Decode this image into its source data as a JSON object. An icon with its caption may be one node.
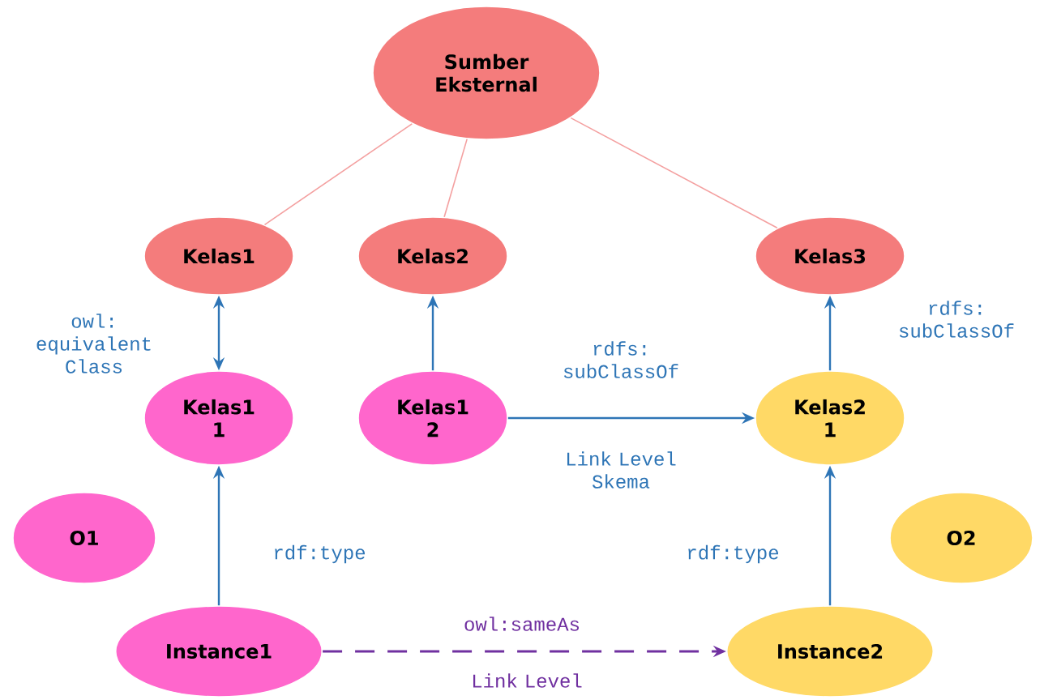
{
  "diagram": {
    "nodes": [
      {
        "text": [
          "Sumber Eksternal"
        ]
      },
      {
        "text": [
          "Kelas1"
        ]
      },
      {
        "text": [
          "Kelas2"
        ]
      },
      {
        "text": [
          "Kelas3"
        ]
      },
      {
        "text": [
          "Kelas1 1"
        ]
      },
      {
        "text": [
          "Kelas1 2"
        ]
      },
      {
        "text": [
          "Kelas2 1"
        ]
      },
      {
        "text": [
          "O1"
        ]
      },
      {
        "text": [
          "O2"
        ]
      },
      {
        "text": [
          "Instance1"
        ]
      },
      {
        "text": [
          "Instance2"
        ]
      }
    ],
    "edges": [
      {
        "from": 0,
        "to": 1,
        "arrow": "none",
        "color": "#f4a0a0"
      },
      {
        "from": 0,
        "to": 2,
        "arrow": "none",
        "color": "#f4a0a0"
      },
      {
        "from": 0,
        "to": 3,
        "arrow": "none",
        "color": "#f4a0a0"
      },
      {
        "from": 4,
        "to": 1,
        "arrow": "both",
        "label": "owl: equivalent Class"
      },
      {
        "from": 5,
        "to": 2,
        "arrow": "to"
      },
      {
        "from": 5,
        "to": 6,
        "arrow": "to",
        "label": "rdfs: subClassOf"
      },
      {
        "from": 6,
        "to": 3,
        "arrow": "to",
        "label": "rdfs: subClassOf"
      },
      {
        "from": 9,
        "to": 4,
        "arrow": "to",
        "label": "rdf:type"
      },
      {
        "from": 10,
        "to": 6,
        "arrow": "to",
        "label": "rdf:type"
      },
      {
        "from": 9,
        "to": 10,
        "arrow": "to",
        "label": "owl:sameAs",
        "style": "dashed",
        "color": "#7030a0"
      }
    ],
    "labels": [
      "Link Level Skema",
      "Link Level"
    ]
  }
}
